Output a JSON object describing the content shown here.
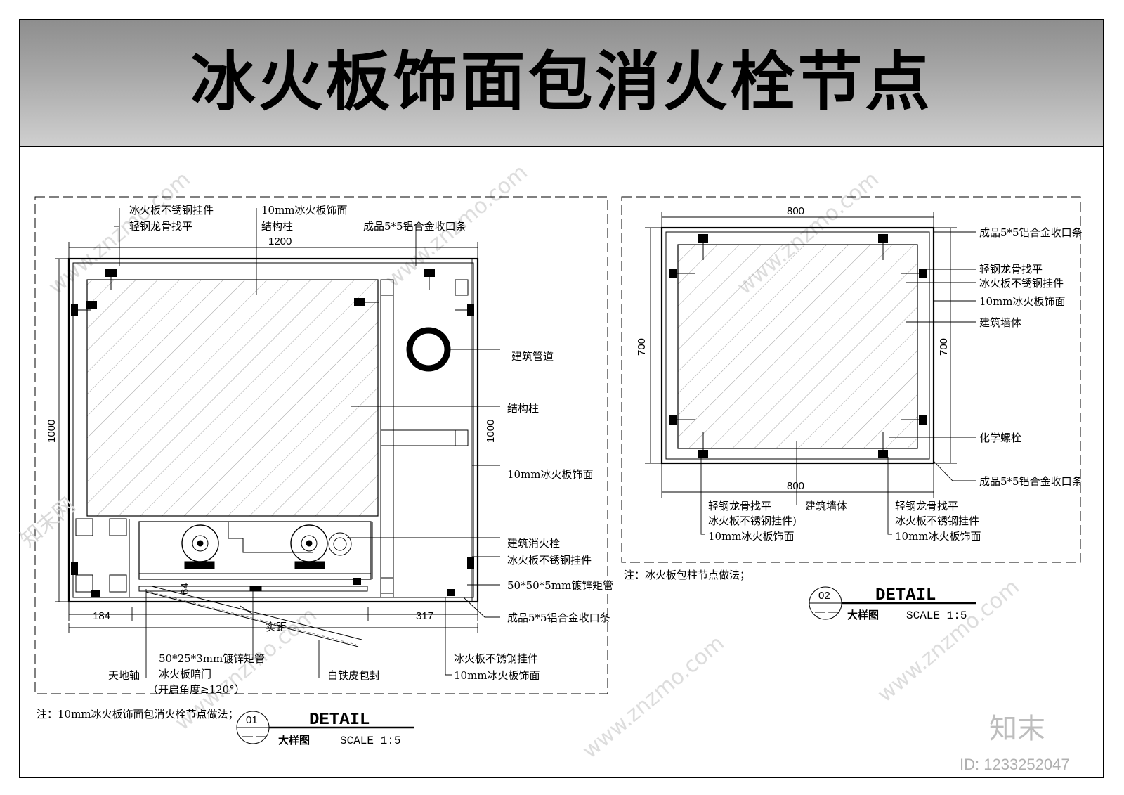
{
  "title": "冰火板饰面包消火栓节点",
  "detail1": {
    "dims": {
      "top": "1200",
      "left": "1000",
      "right": "1000",
      "bottom_left": "184",
      "bottom_right": "317",
      "bottom_mid": "实距",
      "small": "64"
    },
    "labels": {
      "hanger_top": "冰火板不锈钢挂件",
      "keel_top": "轻钢龙骨找平",
      "panel_top": "10mm冰火板饰面",
      "column_top": "结构柱",
      "trim_top": "成品5*5铝合金收口条",
      "pipe": "建筑管道",
      "column_right": "结构柱",
      "panel_right": "10mm冰火板饰面",
      "hydrant": "建筑消火栓",
      "hanger_right": "冰火板不锈钢挂件",
      "tube_right": "50*50*5mm镀锌矩管",
      "trim_bottom": "成品5*5铝合金收口条",
      "pivot": "天地轴",
      "tube_door": "50*25*3mm镀锌矩管",
      "door": "冰火板暗门",
      "angle": "（开启角度≥120°）",
      "tin": "白铁皮包封",
      "hanger_bottom": "冰火板不锈钢挂件",
      "panel_bottom": "10mm冰火板饰面"
    },
    "note": "注：10mm冰火板饰面包消火栓节点做法；",
    "tag": {
      "num": "01",
      "sub": "— —",
      "heading": "DETAIL",
      "subtitle": "大样图",
      "scale": "SCALE 1:5"
    }
  },
  "detail2": {
    "dims": {
      "top": "800",
      "bottom": "800",
      "left": "700",
      "right": "700"
    },
    "labels": {
      "trim_top": "成品5*5铝合金收口条",
      "keel": "轻钢龙骨找平",
      "hanger": "冰火板不锈钢挂件",
      "panel": "10mm冰火板饰面",
      "wall": "建筑墙体",
      "bolt": "化学螺栓",
      "trim_bottom": "成品5*5铝合金收口条",
      "bl_keel": "轻钢龙骨找平",
      "bl_hanger": "冰火板不锈钢挂件)",
      "bl_panel": "10mm冰火板饰面",
      "bm_wall": "建筑墙体",
      "br_keel": "轻钢龙骨找平",
      "br_hanger": "冰火板不锈钢挂件",
      "br_panel": "10mm冰火板饰面"
    },
    "note": "注：冰火板包柱节点做法；",
    "tag": {
      "num": "02",
      "sub": "— —",
      "heading": "DETAIL",
      "subtitle": "大样图",
      "scale": "SCALE 1:5"
    }
  },
  "watermark": "www.znzmo.com",
  "watermark_cn": "知末网",
  "brand": "知末",
  "id_text": "ID: 1233252047"
}
